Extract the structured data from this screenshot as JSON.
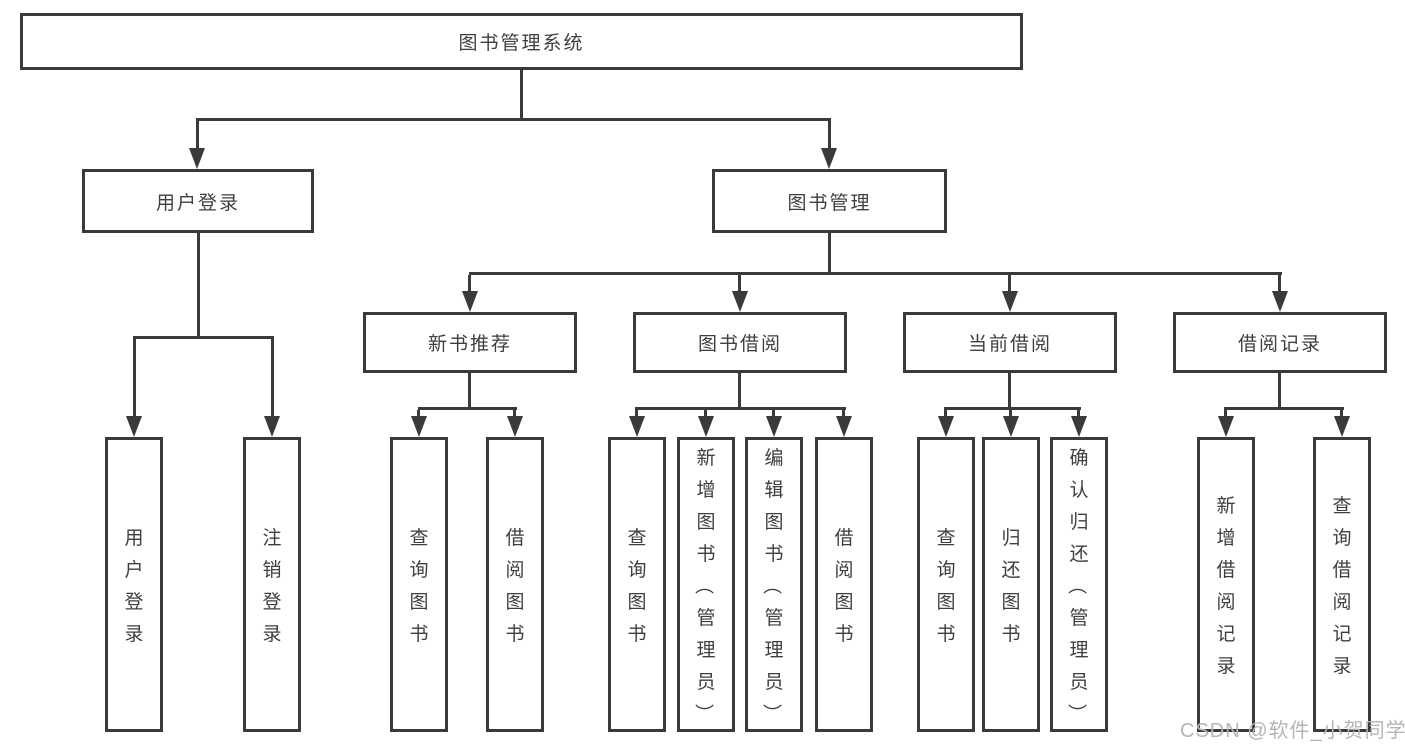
{
  "colors": {
    "line": "#3a3a3a",
    "text": "#3f3f3f",
    "box_background": "#ffffff",
    "watermark": "#b5b5b5"
  },
  "tree": {
    "label": "图书管理系统",
    "children": [
      {
        "label": "用户登录",
        "children": [
          {
            "label": "用户登录"
          },
          {
            "label": "注销登录"
          }
        ]
      },
      {
        "label": "图书管理",
        "children": [
          {
            "label": "新书推荐",
            "children": [
              {
                "label": "查询图书"
              },
              {
                "label": "借阅图书"
              }
            ]
          },
          {
            "label": "图书借阅",
            "children": [
              {
                "label": "查询图书"
              },
              {
                "label": "新增图书（管理员）"
              },
              {
                "label": "编辑图书（管理员）"
              },
              {
                "label": "借阅图书"
              }
            ]
          },
          {
            "label": "当前借阅",
            "children": [
              {
                "label": "查询图书"
              },
              {
                "label": "归还图书"
              },
              {
                "label": "确认归还（管理员）"
              }
            ]
          },
          {
            "label": "借阅记录",
            "children": [
              {
                "label": "新增借阅记录"
              },
              {
                "label": "查询借阅记录"
              }
            ]
          }
        ]
      }
    ]
  },
  "watermark": {
    "text": "CSDN @软件_小贺同学"
  }
}
